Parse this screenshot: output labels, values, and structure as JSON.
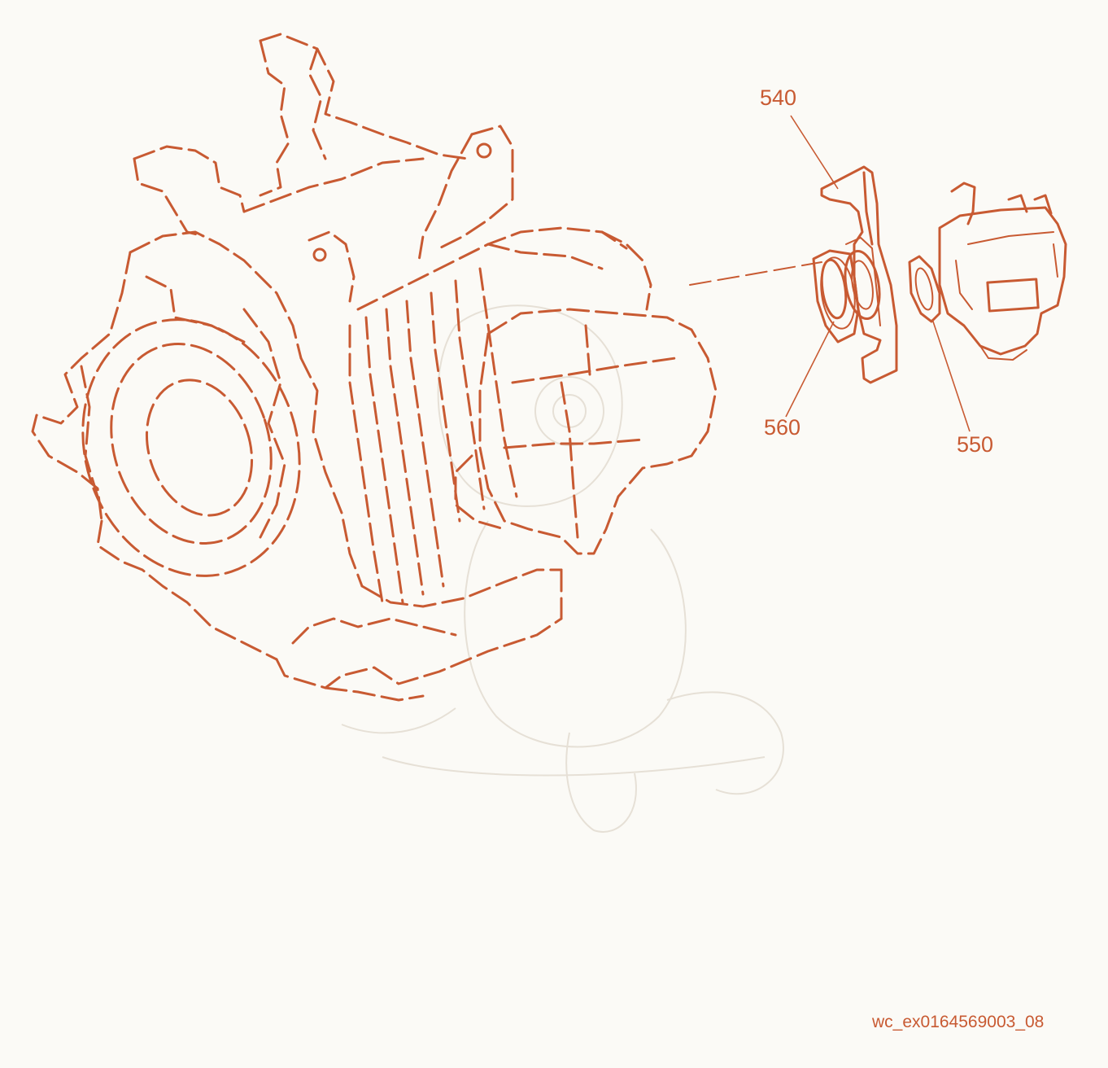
{
  "callouts": [
    {
      "number": "540"
    },
    {
      "number": "560"
    },
    {
      "number": "550"
    }
  ],
  "reference_code": "wc_ex0164569003_08",
  "colors": {
    "ink": "#c85a32",
    "background": "#fbfaf6",
    "watermark": "#e6e0d6"
  }
}
